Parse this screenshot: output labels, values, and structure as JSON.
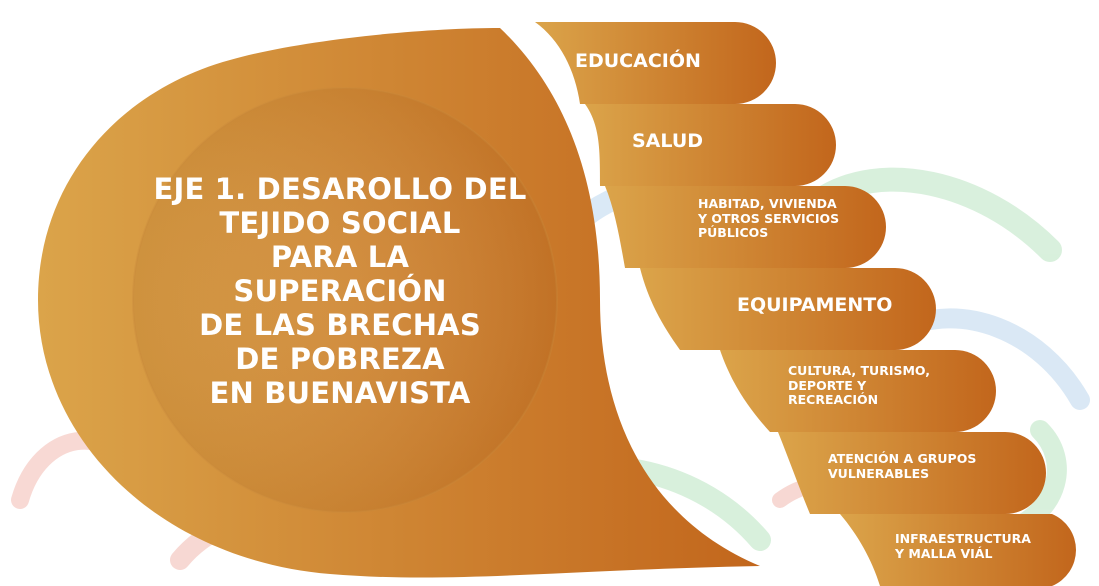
{
  "colors": {
    "accent_light": "#dba44a",
    "accent_dark": "#c2661c",
    "watermark_green": "#b9e4c1",
    "watermark_blue": "#bcd7ee",
    "watermark_red": "#f2b9b0"
  },
  "main_node": {
    "lines": [
      "EJE 1. DESAROLLO DEL",
      "TEJIDO SOCIAL",
      "PARA LA",
      "SUPERACIÓN",
      "DE LAS BRECHAS",
      "DE POBREZA",
      "EN BUENAVISTA"
    ]
  },
  "items": [
    {
      "lines": [
        "EDUCACIÓN"
      ]
    },
    {
      "lines": [
        "SALUD"
      ]
    },
    {
      "lines": [
        "HABITAD, VIVIENDA",
        "Y OTROS SERVICIOS",
        "PÚBLICOS"
      ]
    },
    {
      "lines": [
        "EQUIPAMENTO"
      ]
    },
    {
      "lines": [
        "CULTURA, TURISMO,",
        "DEPORTE Y",
        "RECREACIÓN"
      ]
    },
    {
      "lines": [
        "ATENCIÓN A GRUPOS",
        "VULNERABLES"
      ]
    },
    {
      "lines": [
        "INFRAESTRUCTURA",
        "Y MALLA VIÁL"
      ]
    }
  ]
}
